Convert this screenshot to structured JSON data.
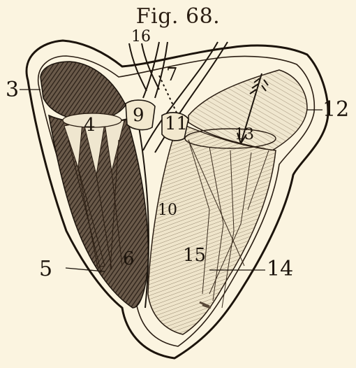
{
  "figure": {
    "title": "Fig. 68."
  },
  "labels": {
    "l3": "3",
    "l4": "4",
    "l5": "5",
    "l6": "6",
    "l7": "7",
    "l9": "9",
    "l10": "10",
    "l11": "11",
    "l12": "12",
    "l13": "13",
    "l14": "14",
    "l15": "15",
    "l16": "16"
  },
  "colors": {
    "paper": "#fbf4e0",
    "ink": "#2a1d12",
    "dark_chamber": "#5b4b3c",
    "light_chamber": "#ede3c9"
  }
}
